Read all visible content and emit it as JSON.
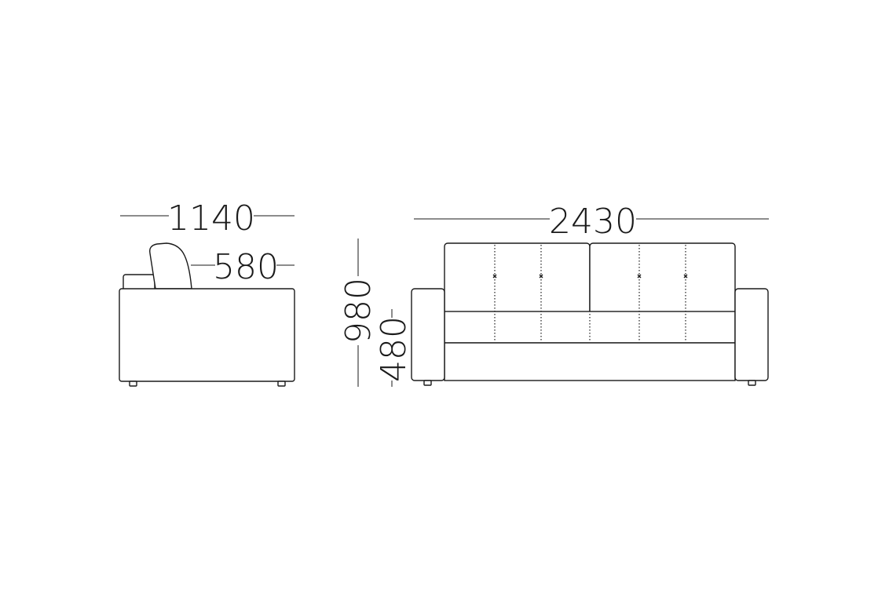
{
  "dimensions": {
    "side_depth": "1140",
    "seat_depth": "580",
    "overall_height": "980",
    "seat_height": "480",
    "overall_width": "2430"
  }
}
